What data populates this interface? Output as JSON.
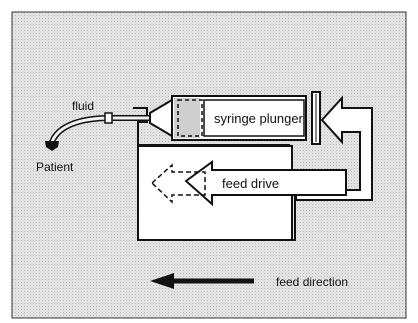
{
  "labels": {
    "fluid": "fluid",
    "patient": "Patient",
    "plunger": "syringe plunger",
    "feed_drive": "feed drive",
    "feed_direction": "feed direction"
  },
  "icons": {
    "patient_marker": "patient-icon",
    "feed_direction_arrow": "arrow-left-icon"
  },
  "colors": {
    "background": "#e4e4e4",
    "stroke": "#111111",
    "shape_fill": "#ffffff"
  }
}
